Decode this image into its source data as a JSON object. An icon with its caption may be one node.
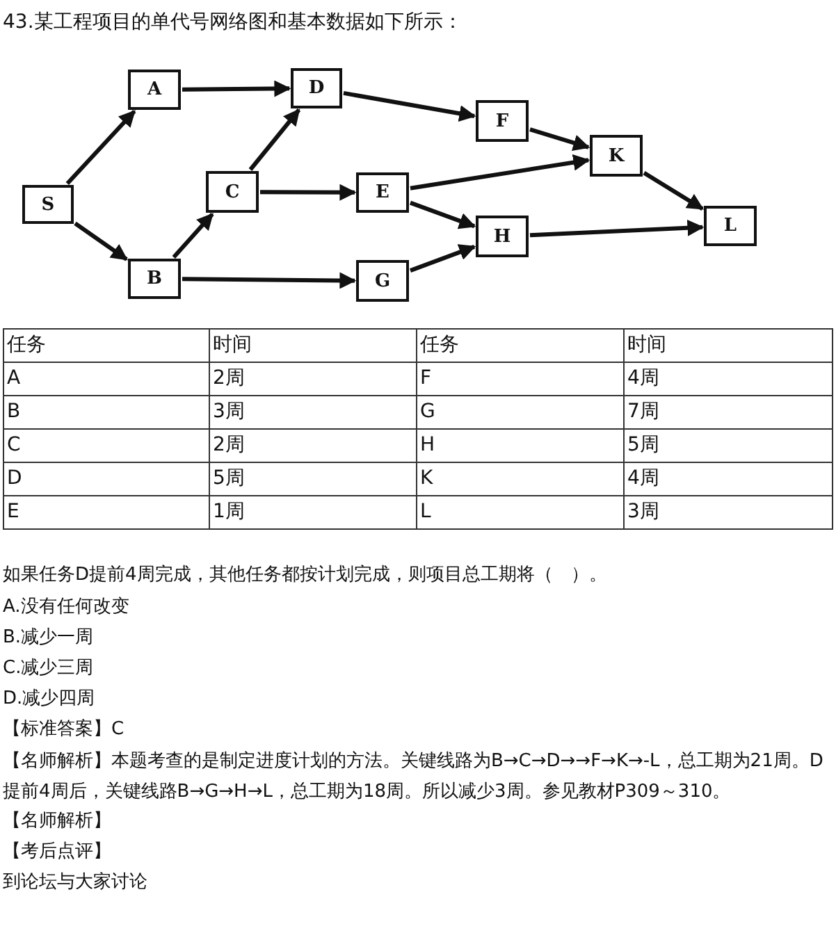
{
  "diagram": {
    "title": "43.某工程项目的单代号网络图和基本数据如下所示：",
    "nodes": [
      {
        "text": [
          "S"
        ]
      },
      {
        "text": [
          "A"
        ]
      },
      {
        "text": [
          "B"
        ]
      },
      {
        "text": [
          "C"
        ]
      },
      {
        "text": [
          "D"
        ]
      },
      {
        "text": [
          "E"
        ]
      },
      {
        "text": [
          "F"
        ]
      },
      {
        "text": [
          "G"
        ]
      },
      {
        "text": [
          "H"
        ]
      },
      {
        "text": [
          "K"
        ]
      },
      {
        "text": [
          "L"
        ]
      }
    ],
    "edges": [
      {
        "from": 0,
        "to": 1,
        "arrow": "to"
      },
      {
        "from": 0,
        "to": 2,
        "arrow": "to"
      },
      {
        "from": 1,
        "to": 4,
        "arrow": "to"
      },
      {
        "from": 2,
        "to": 3,
        "arrow": "to"
      },
      {
        "from": 2,
        "to": 7,
        "arrow": "to"
      },
      {
        "from": 3,
        "to": 4,
        "arrow": "to"
      },
      {
        "from": 3,
        "to": 5,
        "arrow": "to"
      },
      {
        "from": 4,
        "to": 6,
        "arrow": "to"
      },
      {
        "from": 5,
        "to": 9,
        "arrow": "to"
      },
      {
        "from": 5,
        "to": 8,
        "arrow": "to"
      },
      {
        "from": 6,
        "to": 9,
        "arrow": "to"
      },
      {
        "from": 7,
        "to": 8,
        "arrow": "to"
      },
      {
        "from": 8,
        "to": 10,
        "arrow": "to"
      },
      {
        "from": 9,
        "to": 10,
        "arrow": "to"
      }
    ],
    "labels": [
      "任务",
      "时间",
      "任务",
      "时间",
      "A",
      "2周",
      "F",
      "4周",
      "B",
      "3周",
      "G",
      "7周",
      "C",
      "2周",
      "H",
      "5周",
      "D",
      "5周",
      "K",
      "4周",
      "E",
      "1周",
      "L",
      "3周",
      "如果任务D提前4周完成，其他任务都按计划完成，则项目总工期将（　）。",
      "A.没有任何改变",
      "B.减少一周",
      "C.减少三周",
      "D.减少四周",
      "【标准答案】C",
      "【名师解析】本题考查的是制定进度计划的方法。关键线路为B→C→D→→F→K→-L，总工期为21周。D提前4周后，关键线路B→G→H→L，总工期为18周。所以减少3周。参见教材P309～310。",
      "【名师解析】",
      "【考后点评】",
      "到论坛与大家讨论"
    ]
  }
}
